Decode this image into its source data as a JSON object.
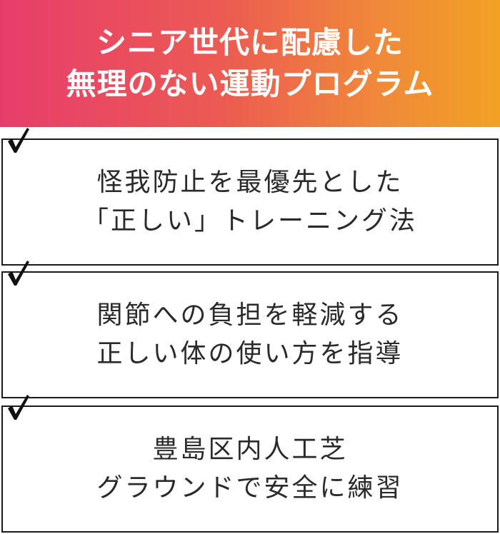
{
  "header": {
    "line1": "シニア世代に配慮した",
    "line2": "無理のない運動プログラム",
    "gradient_start": "#e73d6c",
    "gradient_end": "#f2a124"
  },
  "items": [
    {
      "line1": "怪我防止を最優先とした",
      "line2": "「正しい」トレーニング法",
      "icon": "checkmark-icon"
    },
    {
      "line1": "関節への負担を軽減する",
      "line2": "正しい体の使い方を指導",
      "icon": "checkmark-icon"
    },
    {
      "line1": "豊島区内人工芝",
      "line2": "グラウンドで安全に練習",
      "icon": "checkmark-icon"
    }
  ]
}
